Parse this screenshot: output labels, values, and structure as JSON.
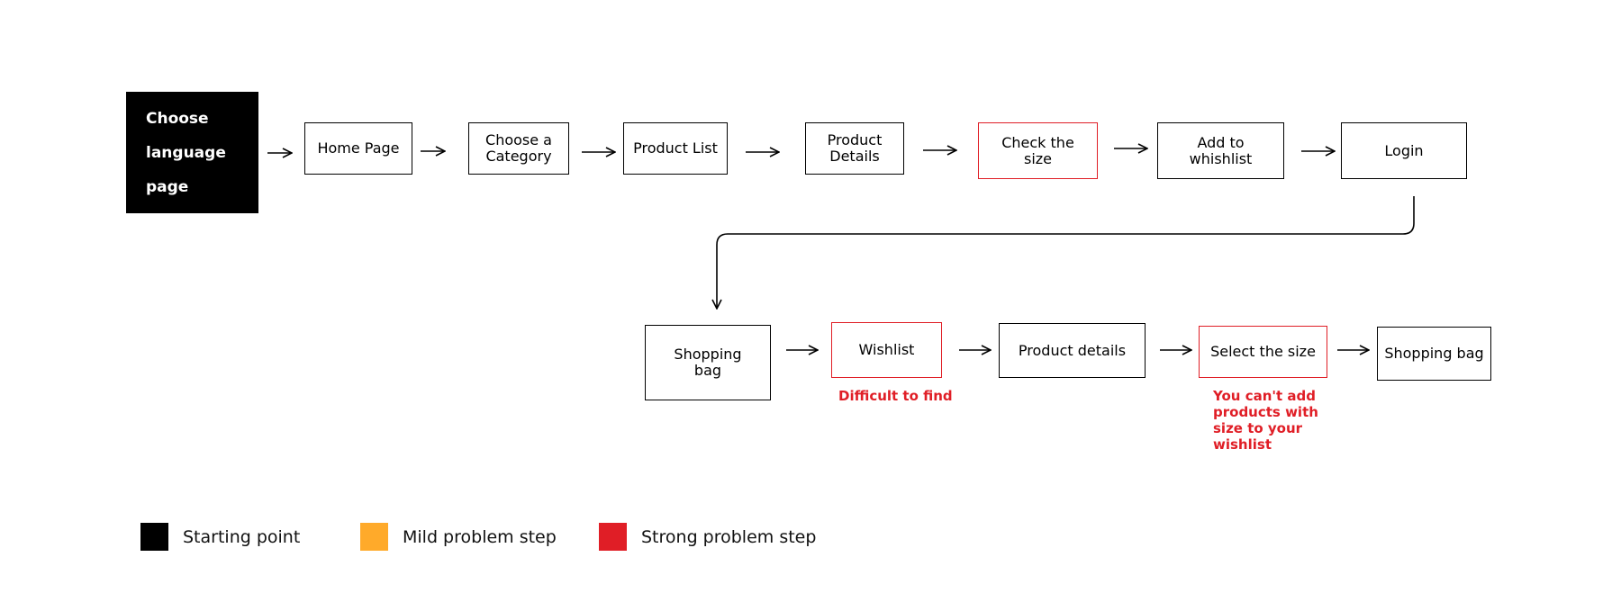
{
  "colors": {
    "start": "#000000",
    "mild": "#FFAA2A",
    "strong": "#E01E26",
    "line": "#000000"
  },
  "flow": {
    "start_node": "Choose\nlanguage\npage",
    "row1": [
      "Home Page",
      "Choose a\nCategory",
      "Product List",
      "Product\nDetails",
      "Check the\nsize",
      "Add to\nwhishlist",
      "Login"
    ],
    "row2": [
      "Shopping\nbag",
      "Wishlist",
      "Product details",
      "Select the size",
      "Shopping bag"
    ]
  },
  "notes": {
    "wishlist": "Difficult to find",
    "select_size": "You can't add\nproducts with\nsize to your\nwishlist"
  },
  "legend": [
    {
      "label": "Starting point",
      "color": "#000000"
    },
    {
      "label": "Mild problem step",
      "color": "#FFAA2A"
    },
    {
      "label": "Strong problem step",
      "color": "#E01E26"
    }
  ]
}
